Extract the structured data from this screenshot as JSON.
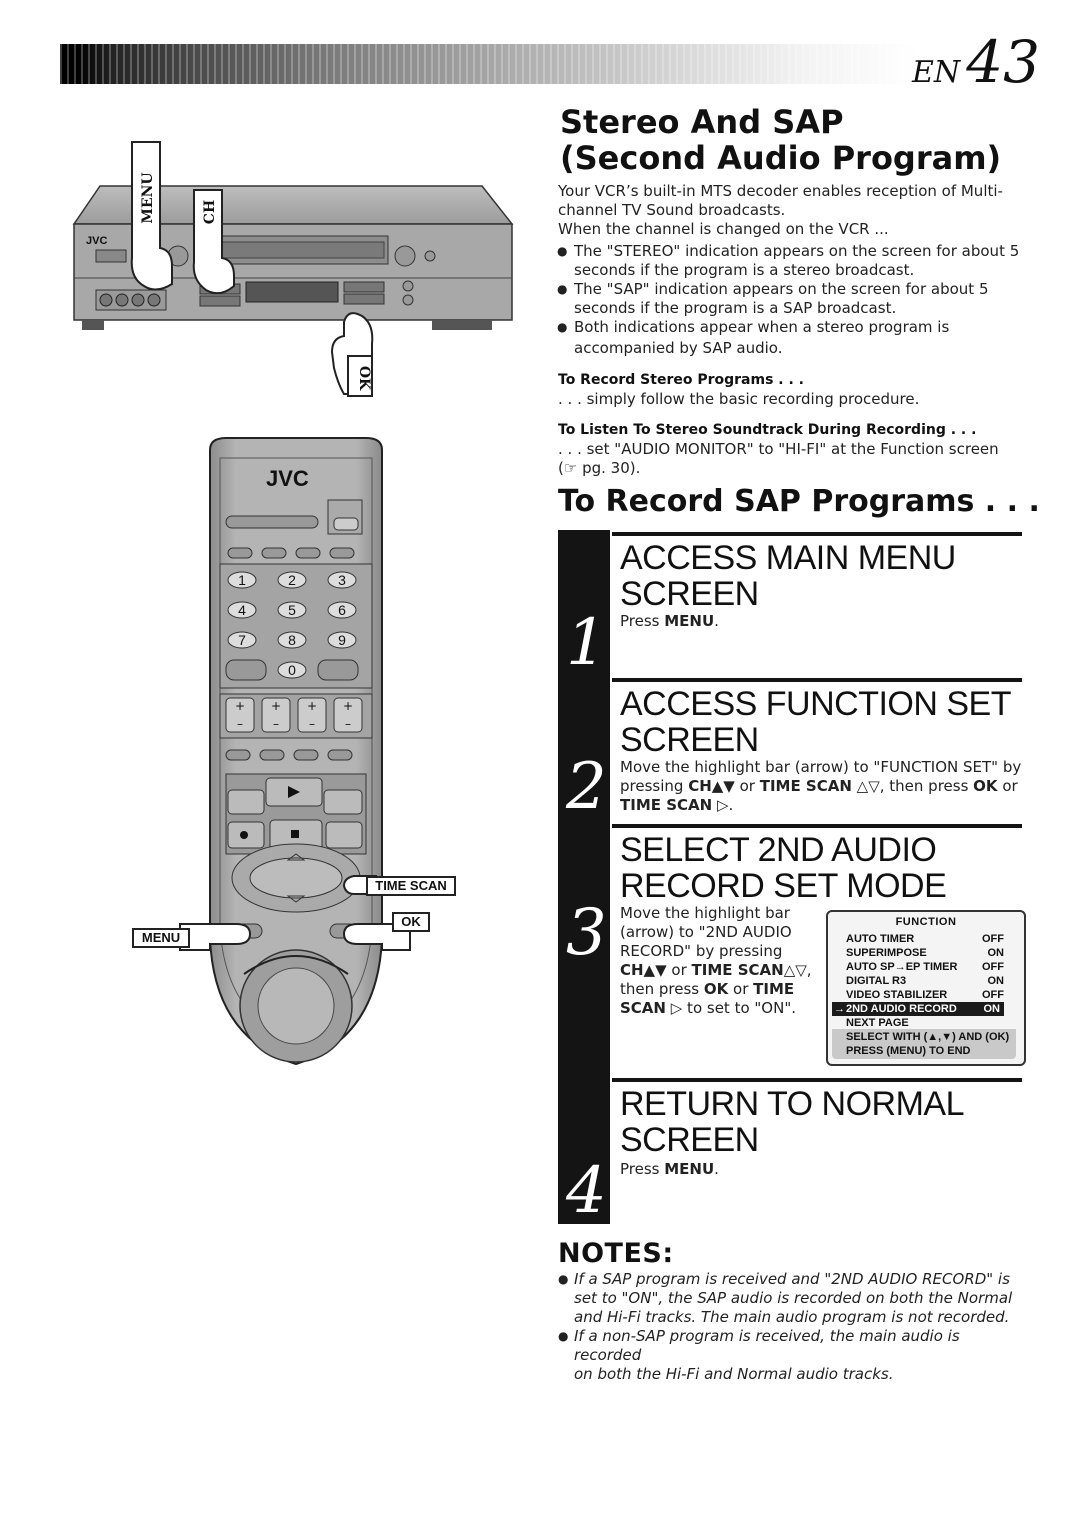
{
  "header": {
    "lang": "EN",
    "page_number": "43"
  },
  "title": {
    "line1": "Stereo And SAP",
    "line2": "(Second Audio Program)"
  },
  "intro": {
    "p1a": "Your VCR’s built-in MTS decoder enables reception of Multi-",
    "p1b": "channel TV Sound broadcasts.",
    "p2": "When the channel is changed on the VCR ...",
    "bullets": [
      {
        "a": "The \"STEREO\" indication appears on the screen for about 5",
        "b": "seconds if the program is a stereo broadcast."
      },
      {
        "a": "The \"SAP\" indication appears on the screen for about 5",
        "b": "seconds if the program is a SAP broadcast."
      },
      {
        "a": "Both indications appear when a stereo program is",
        "b": "accompanied by SAP audio."
      }
    ]
  },
  "record_stereo": {
    "heading": "To Record Stereo Programs . . .",
    "text": ". . . simply follow the basic recording procedure."
  },
  "listen_stereo": {
    "heading": "To Listen To Stereo Soundtrack During Recording . . .",
    "line1": ". . . set \"AUDIO MONITOR\" to \"HI-FI\" at the Function screen",
    "line2": "(☞ pg. 30)."
  },
  "sap_heading": "To Record SAP Programs . . .",
  "steps": [
    {
      "num": "1",
      "title1": "ACCESS MAIN MENU",
      "title2": "SCREEN",
      "text_pre": "Press ",
      "text_key": "MENU",
      "text_post": "."
    },
    {
      "num": "2",
      "title1": "ACCESS FUNCTION SET",
      "title2": "SCREEN",
      "line1": "Move the highlight bar (arrow) to \"FUNCTION SET\" by",
      "line2_a": "pressing ",
      "line2_b": "CH▲▼",
      "line2_c": " or ",
      "line2_d": "TIME SCAN",
      "line2_e": " △▽, then press ",
      "line2_f": "OK",
      "line2_g": " or",
      "line3": "TIME SCAN",
      "line3_b": " ▷."
    },
    {
      "num": "3",
      "title1": "SELECT 2ND AUDIO",
      "title2": "RECORD SET MODE",
      "l1": "Move the highlight bar",
      "l2": "(arrow) to \"2ND AUDIO",
      "l3": "RECORD\" by pressing",
      "l4_a": "CH▲▼",
      "l4_b": " or ",
      "l4_c": "TIME SCAN",
      "l4_d": "△▽,",
      "l5_a": "then press ",
      "l5_b": "OK",
      "l5_c": " or ",
      "l5_d": "TIME",
      "l6_a": "SCAN",
      "l6_b": " ▷ to set to \"ON\"."
    },
    {
      "num": "4",
      "title1": "RETURN TO NORMAL",
      "title2": "SCREEN",
      "text_pre": "Press ",
      "text_key": "MENU",
      "text_post": "."
    }
  ],
  "osd": {
    "title": "FUNCTION",
    "rows": [
      {
        "label": "AUTO TIMER",
        "value": "OFF"
      },
      {
        "label": "SUPERIMPOSE",
        "value": "ON"
      },
      {
        "label": "AUTO SP→EP TIMER",
        "value": "OFF"
      },
      {
        "label": "DIGITAL R3",
        "value": "ON"
      },
      {
        "label": "VIDEO STABILIZER",
        "value": "OFF"
      },
      {
        "label": "2ND AUDIO RECORD",
        "value": "ON"
      },
      {
        "label": "NEXT PAGE",
        "value": ""
      }
    ],
    "footer1": "SELECT WITH (▲,▼) AND (OK)",
    "footer2": "PRESS (MENU) TO END"
  },
  "notes": {
    "heading": "NOTES:",
    "items": [
      {
        "a": "If a SAP program is received and \"2ND AUDIO RECORD\" is",
        "b": "set to \"ON\", the SAP audio is recorded on both the Normal",
        "c": "and Hi-Fi tracks. The main audio program is not recorded."
      },
      {
        "a": "If a non-SAP program is received, the main audio is recorded",
        "b": "on both the Hi-Fi and Normal audio tracks."
      }
    ]
  },
  "illustration": {
    "vcr_brand": "JVC",
    "remote_brand": "JVC",
    "finger_labels": {
      "menu": "MENU",
      "ch": "CH",
      "ok": "OK"
    },
    "callouts": {
      "time_scan": "TIME SCAN",
      "ok": "OK",
      "menu": "MENU"
    },
    "keypad": [
      "1",
      "2",
      "3",
      "4",
      "5",
      "6",
      "7",
      "8",
      "9",
      "0"
    ]
  }
}
